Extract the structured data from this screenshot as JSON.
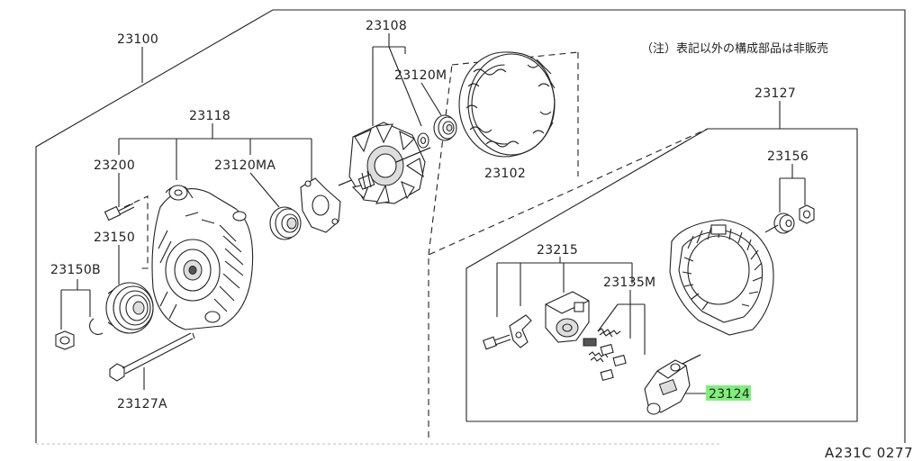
{
  "note": "（注）表記以外の構成部品は非販売",
  "diagram_code": "A231C 0277",
  "parts": {
    "p23100": "23100",
    "p23108": "23108",
    "p23120M": "23120M",
    "p23118": "23118",
    "p23200": "23200",
    "p23120MA": "23120MA",
    "p23102": "23102",
    "p23150": "23150",
    "p23150B": "23150B",
    "p23127A": "23127A",
    "p23127": "23127",
    "p23156": "23156",
    "p23215": "23215",
    "p23135M": "23135M",
    "p23124": "23124"
  },
  "highlight": {
    "part": "23124",
    "color": "#7ef07a"
  }
}
